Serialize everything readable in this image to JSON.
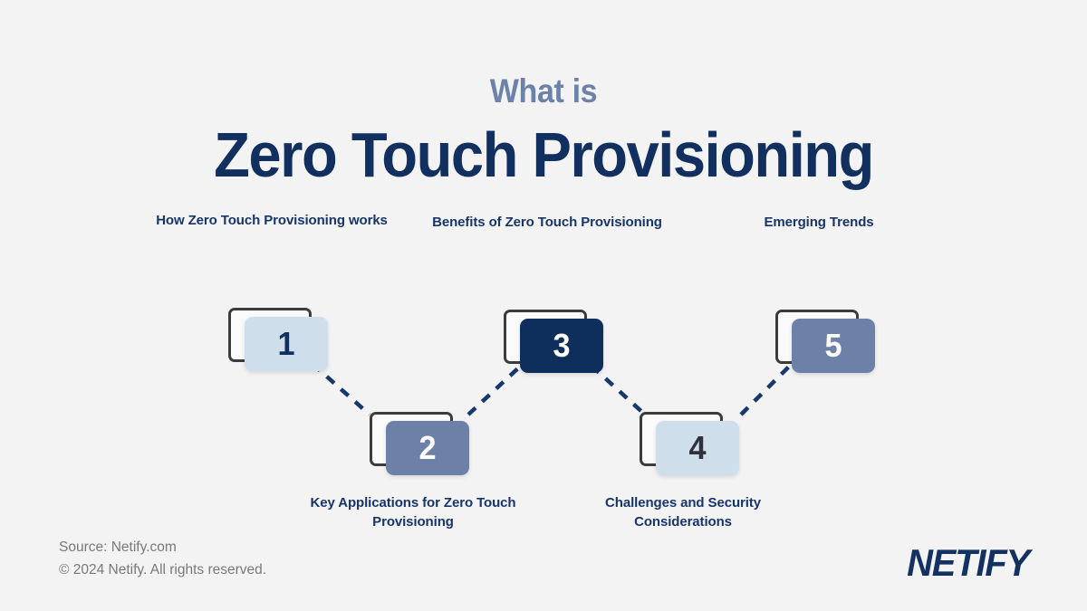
{
  "background_color": "#f3f3f3",
  "heading": {
    "kicker": "What is",
    "title": "Zero Touch Provisioning",
    "kicker_color": "#6c82a9",
    "title_color": "#11305f"
  },
  "steps": [
    {
      "number": "1",
      "label": "How Zero Touch Provisioning works",
      "fill": "#cfdeeb",
      "number_color": "#11305f",
      "label_position": "above"
    },
    {
      "number": "2",
      "label": "Key Applications for Zero Touch Provisioning",
      "fill": "#6d81a8",
      "number_color": "#ffffff",
      "label_position": "below"
    },
    {
      "number": "3",
      "label": "Benefits of Zero Touch Provisioning",
      "fill": "#0e2e5c",
      "number_color": "#ffffff",
      "label_position": "above"
    },
    {
      "number": "4",
      "label": "Challenges and Security Considerations",
      "fill": "#cfdeeb",
      "number_color": "#2f3238",
      "label_position": "below"
    },
    {
      "number": "5",
      "label": "Emerging Trends",
      "fill": "#6d81a8",
      "number_color": "#ffffff",
      "label_position": "above"
    }
  ],
  "connector": {
    "color": "#17386c",
    "style": "dashed"
  },
  "footer": {
    "source": "Source: Netify.com",
    "copyright": "© 2024 Netify. All rights reserved.",
    "text_color": "#77797c"
  },
  "logo": {
    "text": "NETIFY",
    "color": "#13325f"
  }
}
